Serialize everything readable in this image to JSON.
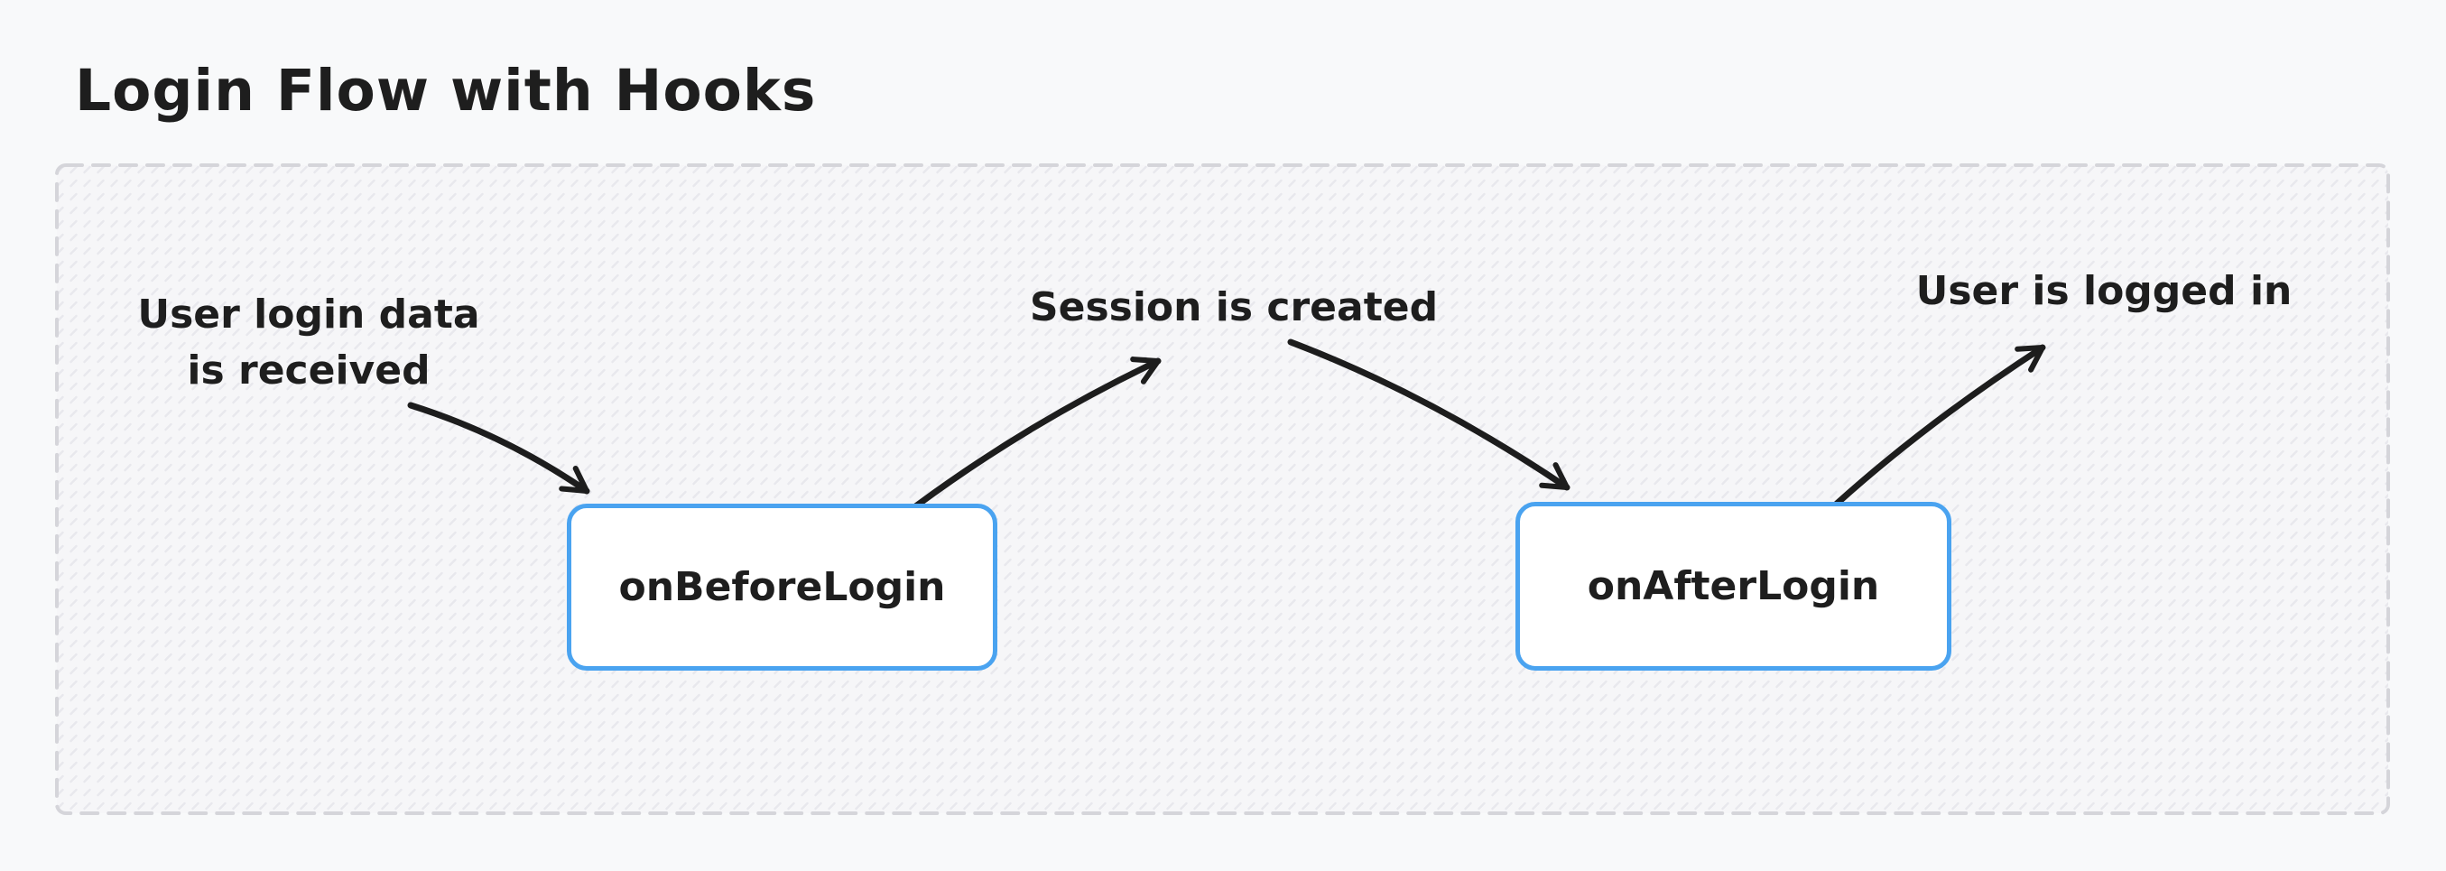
{
  "title": "Login Flow with Hooks",
  "colors": {
    "page_background": "#f8f9fa",
    "container_fill": "#f6f6f8",
    "container_hatch": "#e8e8ed",
    "container_dashed_border": "#d5d5da",
    "node_border": "#4aa3f0",
    "node_fill": "#ffffff",
    "text": "#1e1e1e",
    "arrow": "#1d1d1d"
  },
  "diagram": {
    "nodes": [
      {
        "id": "onBeforeLogin",
        "label": "onBeforeLogin"
      },
      {
        "id": "onAfterLogin",
        "label": "onAfterLogin"
      }
    ],
    "annotations": [
      {
        "id": "user-login-data",
        "text": "User login data is received",
        "lines": [
          "User login data",
          "is received"
        ]
      },
      {
        "id": "session-created",
        "text": "Session is created"
      },
      {
        "id": "user-logged-in",
        "text": "User is logged in"
      }
    ],
    "edges": [
      {
        "from": "User login data is received",
        "to": "onBeforeLogin"
      },
      {
        "from": "onBeforeLogin",
        "to": "Session is created"
      },
      {
        "from": "Session is created",
        "to": "onAfterLogin"
      },
      {
        "from": "onAfterLogin",
        "to": "User is logged in"
      }
    ]
  }
}
